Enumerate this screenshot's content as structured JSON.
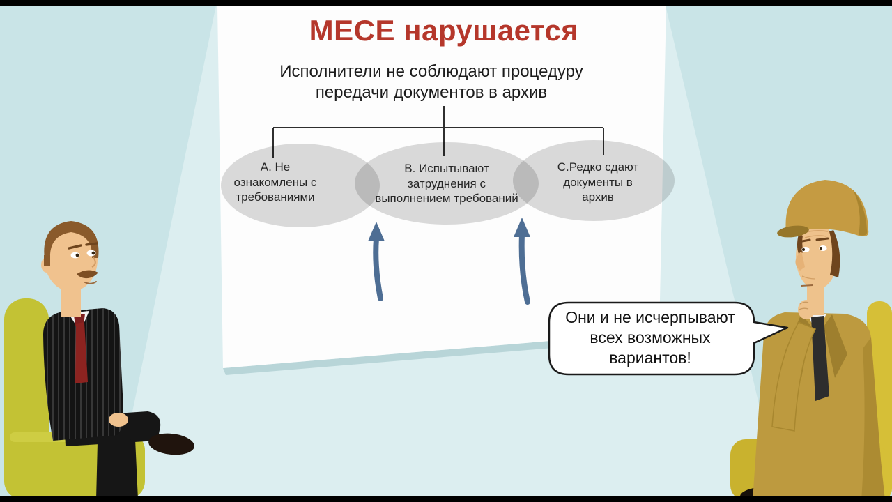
{
  "scene": {
    "description": "Cartoon explainer-video frame: two seated characters discuss a MECE issue tree shown on a large white board",
    "background_color": "#c9e4e7",
    "spotlight_color": "#dceef0",
    "letterbox_color": "#000000"
  },
  "poster": {
    "title": "MECE нарушается",
    "title_color": "#b5372b",
    "subtitle": "Исполнители не соблюдают процедуру\nпередачи документов в архив",
    "connector_color": "#2f2f2f",
    "node_fill": "#d9d9d9",
    "arrow_color": "#4e6e94",
    "nodes": [
      {
        "label": "A. Не\nознакомлены с\nтребованиями"
      },
      {
        "label": "B. Испытывают\nзатруднения с\nвыполнением требований"
      },
      {
        "label": "C.Редко сдают\nдокументы в\nархив"
      }
    ]
  },
  "speech_bubble": {
    "text": "Они и не исчерпывают\nвсех возможных\nвариантов!",
    "speaker": "right-character"
  },
  "characters": {
    "left": {
      "name": "man-in-pinstripe-suit",
      "suit_color": "#141414",
      "tie_color": "#8c2320",
      "chair_color": "#c3c234"
    },
    "right": {
      "name": "man-in-tan-coat-and-cap",
      "coat_color": "#bd9a3f",
      "chair_color": "#d6bf37"
    }
  }
}
